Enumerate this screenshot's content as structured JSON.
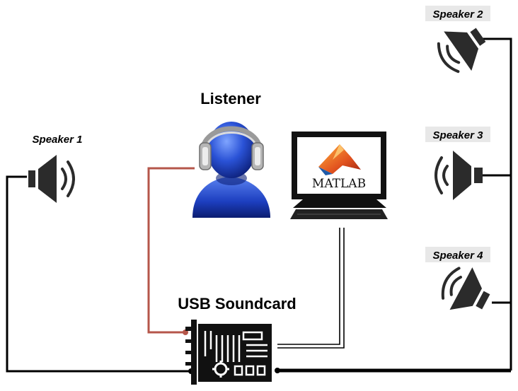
{
  "diagram": {
    "listener_label": "Listener",
    "soundcard_label": "USB Soundcard",
    "matlab_label": "MATLAB",
    "speakers": [
      {
        "label": "Speaker 1"
      },
      {
        "label": "Speaker 2"
      },
      {
        "label": "Speaker 3"
      },
      {
        "label": "Speaker 4"
      }
    ],
    "colors": {
      "wire": "#000000",
      "headphone_wire": "#b5564a",
      "listener_blue": "#1a3fb8",
      "speaker_dark": "#2b2b2b"
    },
    "icons": [
      "speaker-icon",
      "listener-icon",
      "computer-icon",
      "matlab-logo-icon",
      "soundcard-icon"
    ]
  }
}
